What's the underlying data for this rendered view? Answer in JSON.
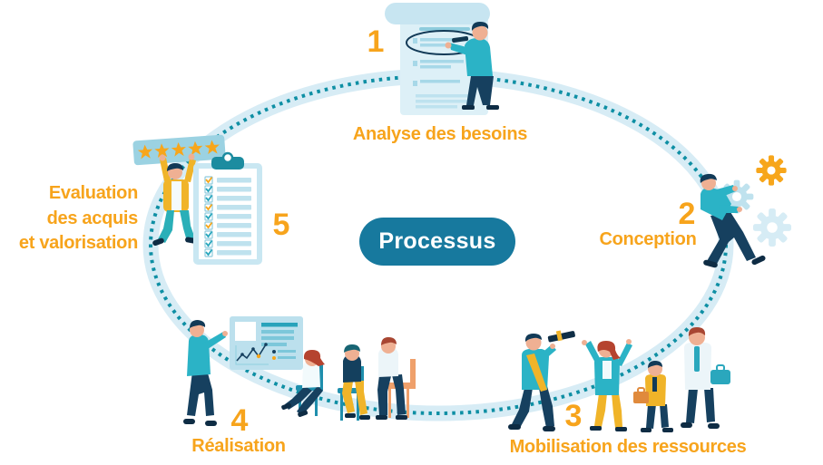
{
  "title": "Processus",
  "steps": [
    {
      "number": "1",
      "label": "Analyse des besoins"
    },
    {
      "number": "2",
      "label": "Conception"
    },
    {
      "number": "3",
      "label": "Mobilisation des ressources"
    },
    {
      "number": "4",
      "label": "Réalisation"
    },
    {
      "number": "5",
      "label": "Evaluation des acquis et valorisation",
      "lines": [
        "Evaluation",
        "des acquis",
        "et valorisation"
      ]
    }
  ],
  "colors": {
    "accent_orange": "#F7A41C",
    "pill_teal": "#17799E",
    "dotted_line_teal": "#0E8FA4",
    "band_light_blue": "#D7ECF5",
    "illustration_teal": "#2BB3C6",
    "illustration_navy": "#16405F",
    "illustration_light_blue": "#BFE2EE",
    "star_orange": "#F7A61B",
    "red_hair": "#B5432F",
    "yellow_clothing": "#F0B429"
  }
}
